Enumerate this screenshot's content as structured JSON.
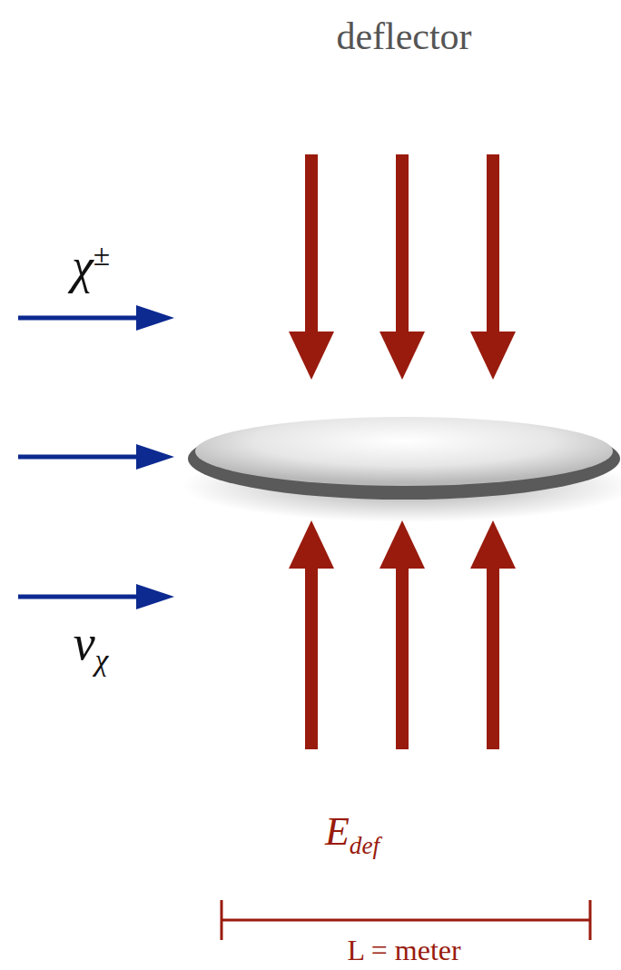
{
  "diagram": {
    "title": "deflector",
    "labels": [
      "χ±",
      "vχ",
      "Edef",
      "L = meter"
    ]
  }
}
